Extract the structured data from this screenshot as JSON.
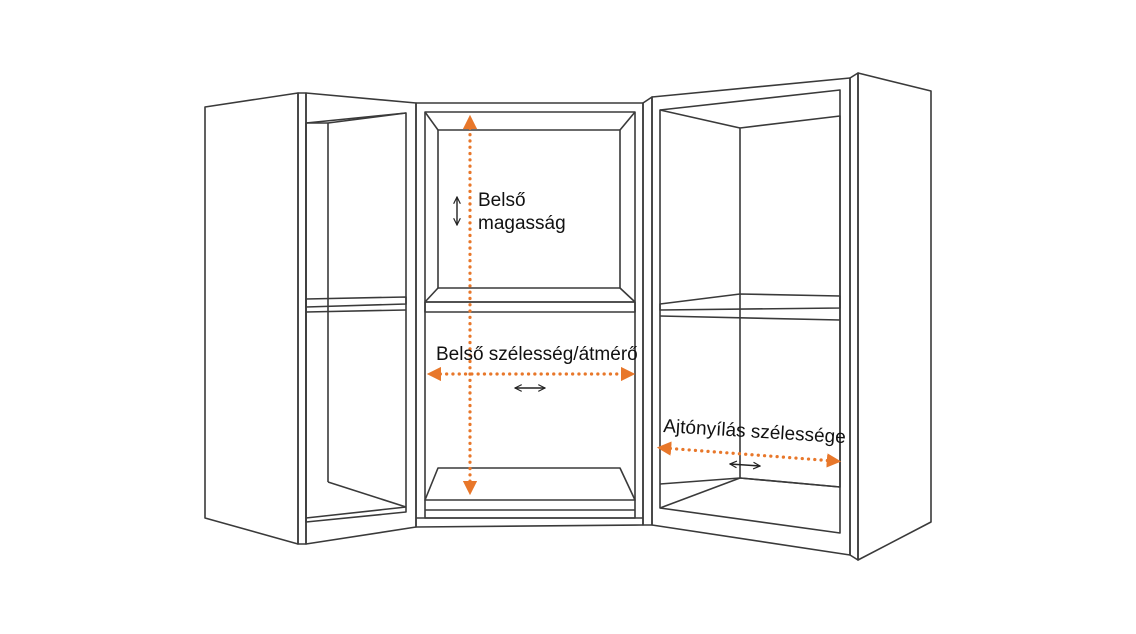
{
  "colors": {
    "line": "#3a3a3a",
    "accent": "#e8772a",
    "background": "#ffffff"
  },
  "labels": {
    "inner_height_line1": "Belső",
    "inner_height_line2": "magasság",
    "inner_width": "Belső szélesség/átmérő",
    "door_opening_width": "Ajtónyílás szélessége"
  },
  "icons": {
    "vertical": "vertical-double-arrow-icon",
    "horizontal": "horizontal-double-arrow-icon"
  }
}
